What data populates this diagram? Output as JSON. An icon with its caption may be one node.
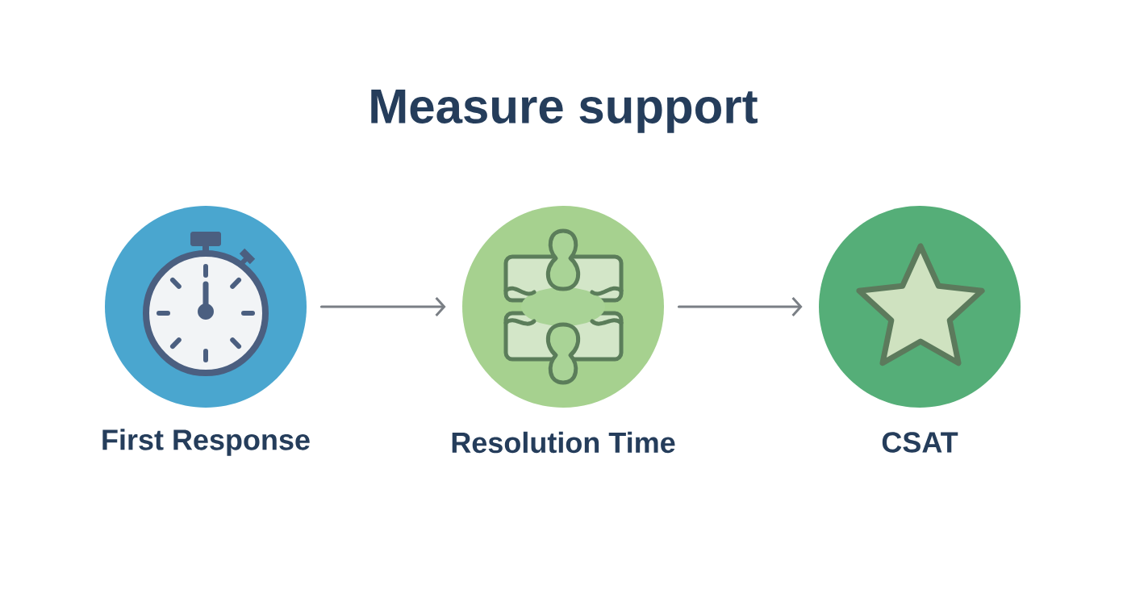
{
  "diagram": {
    "title": "Measure support",
    "nodes": [
      {
        "text": [
          "First Response"
        ]
      },
      {
        "text": [
          "Resolution Time"
        ]
      },
      {
        "text": [
          "CSAT"
        ]
      }
    ],
    "edges": [
      {
        "from": 0,
        "to": 1,
        "arrow": "to"
      },
      {
        "from": 1,
        "to": 2,
        "arrow": "to"
      }
    ]
  }
}
